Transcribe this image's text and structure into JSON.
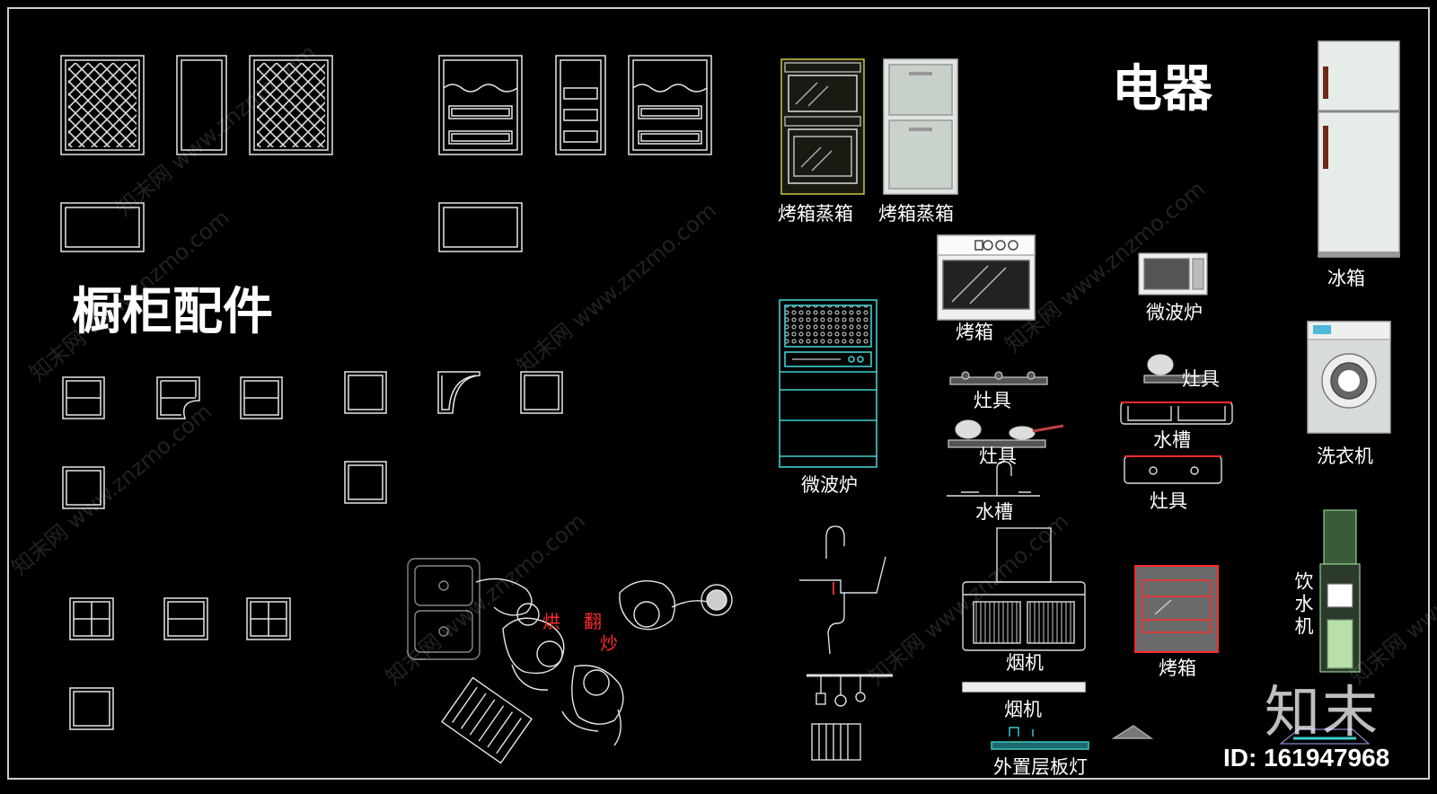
{
  "titles": {
    "cabinet_accessories": "橱柜配件",
    "appliances": "电器"
  },
  "labels": {
    "oven_steamer_1": "烤箱蒸箱",
    "oven_steamer_2": "烤箱蒸箱",
    "fridge": "冰箱",
    "oven_top": "烤箱",
    "microwave_small": "微波炉",
    "microwave_cabinet": "微波炉",
    "washer": "洗衣机",
    "stove_1": "灶具",
    "stove_2": "灶具",
    "stove_3": "灶具",
    "stove_4": "灶具",
    "sink_1": "水槽",
    "sink_2": "水槽",
    "hood_1": "烟机",
    "hood_2": "烟机",
    "oven_red": "烤箱",
    "water_dispenser": "饮水机",
    "shelf_light": "外置层板灯"
  },
  "annotations": {
    "red_1": "烘",
    "red_2": "翻",
    "red_3": "炒"
  },
  "watermark": "知末网 www.znzmo.com",
  "logo": "知末",
  "image_id": "ID: 161947968",
  "colors": {
    "line": "#e6e6e6",
    "cyan": "#3fd0d0",
    "yellow": "#c8c840",
    "red": "#ff2a2a"
  }
}
